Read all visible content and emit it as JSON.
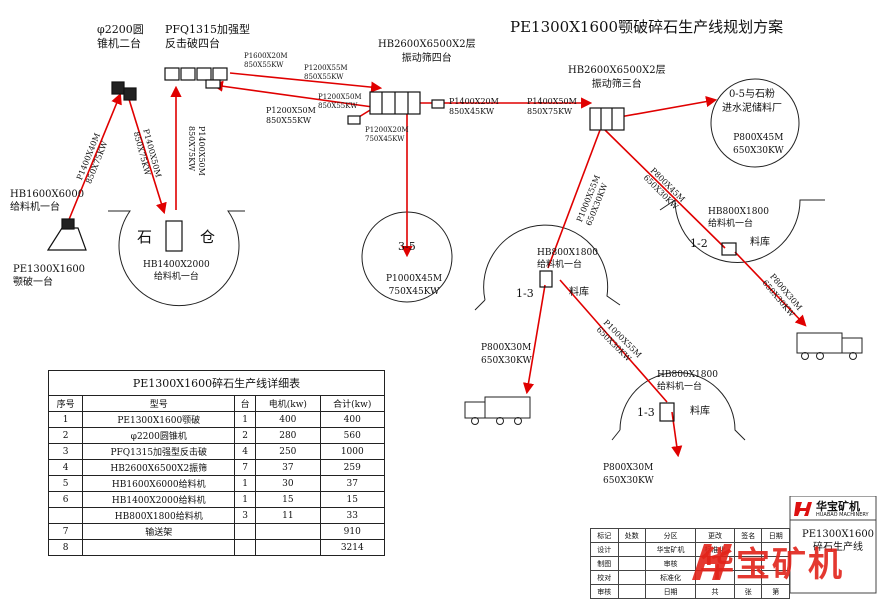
{
  "title": "PE1300X1600颚破碎石生产线规划方案",
  "equipment": {
    "cone_crusher": "φ2200圆\n锥机二台",
    "impact_crusher": "PFQ1315加强型\n反击破四台",
    "screen4": "HB2600X6500X2层\n振动筛四台",
    "screen3": "HB2600X6500X2层\n振动筛三台",
    "feeder_main": "HB1600X6000\n给料机一台",
    "jaw_crusher": "PE1300X1600\n颚破一台",
    "feeder_stone": "HB1400X2000\n给料机一台",
    "feeder_a": "HB800X1800\n给料机一台",
    "feeder_b": "HB800X1800\n给料机一台",
    "feeder_c": "HB800X1800\n给料机一台"
  },
  "silo": {
    "left": "石",
    "right": "仓"
  },
  "piles": {
    "p35": "3-5",
    "p35_spec": "P1000X45M\n750X45KW",
    "cement": "0-5与石粉\n进水泥储料厂",
    "cement_spec": "P800X45M\n650X30KW",
    "pile12": "1-2",
    "pile13a": "1-3",
    "pile13b": "1-3",
    "store": "料库"
  },
  "conveyors": {
    "c1": "P1600X20M\n850X55KW",
    "c2": "P1200X55M\n850X55KW",
    "c3": "P1200X50M\n850X55KW",
    "c4": "P1200X50M\n850X55KW",
    "c5": "P1200X20M\n750X45KW",
    "c6": "P1400X20M\n850X45KW",
    "c7": "P1400X50M\n850X75KW",
    "c8": "P1400X40M\n850X75KW",
    "c9": "P1400X50M\n850X75KW",
    "c10": "P1400X50M\n850X75KW",
    "c11": "P1000X55M\n650X30KW",
    "c12": "P800X45M\n650X30KW",
    "c13": "P800X30M\n650X30KW",
    "c14": "P800X30M\n650X30KW",
    "c15": "P1000X55M\n650X30KW",
    "c16": "P800X30M\n650X30KW"
  },
  "table": {
    "caption": "PE1300X1600碎石生产线详细表",
    "headers": [
      "序号",
      "型号",
      "台",
      "电机(kw)",
      "合计(kw)"
    ],
    "rows": [
      [
        "1",
        "PE1300X1600颚破",
        "1",
        "400",
        "400"
      ],
      [
        "2",
        "φ2200圆锥机",
        "2",
        "280",
        "560"
      ],
      [
        "3",
        "PFQ1315加强型反击破",
        "4",
        "250",
        "1000"
      ],
      [
        "4",
        "HB2600X6500X2振筛",
        "7",
        "37",
        "259"
      ],
      [
        "5",
        "HB1600X6000给料机",
        "1",
        "30",
        "37"
      ],
      [
        "6",
        "HB1400X2000给料机",
        "1",
        "15",
        "15"
      ],
      [
        "",
        "HB800X1800给料机",
        "3",
        "11",
        "33"
      ],
      [
        "7",
        "输送架",
        "",
        "",
        "910"
      ],
      [
        "8",
        "",
        "",
        "",
        "3214"
      ]
    ]
  },
  "title_block": {
    "brand": "华宝矿机",
    "brand_en": "HUABAO MACHINERY",
    "project": "PE1300X1600\n碎石生产线",
    "watermark": "华宝矿机",
    "grid": [
      [
        "标记",
        "处数",
        "分区",
        "更改",
        "签名",
        "日期"
      ],
      [
        "设计",
        "",
        "华宝矿机",
        "标准化",
        "",
        ""
      ],
      [
        "制图",
        "",
        "审核",
        "",
        "",
        ""
      ],
      [
        "校对",
        "",
        "标准化",
        "",
        "",
        ""
      ],
      [
        "审核",
        "",
        "日期",
        "共",
        "张",
        "第"
      ]
    ]
  },
  "colors": {
    "conveyor": "#e00000",
    "line": "#222222"
  }
}
